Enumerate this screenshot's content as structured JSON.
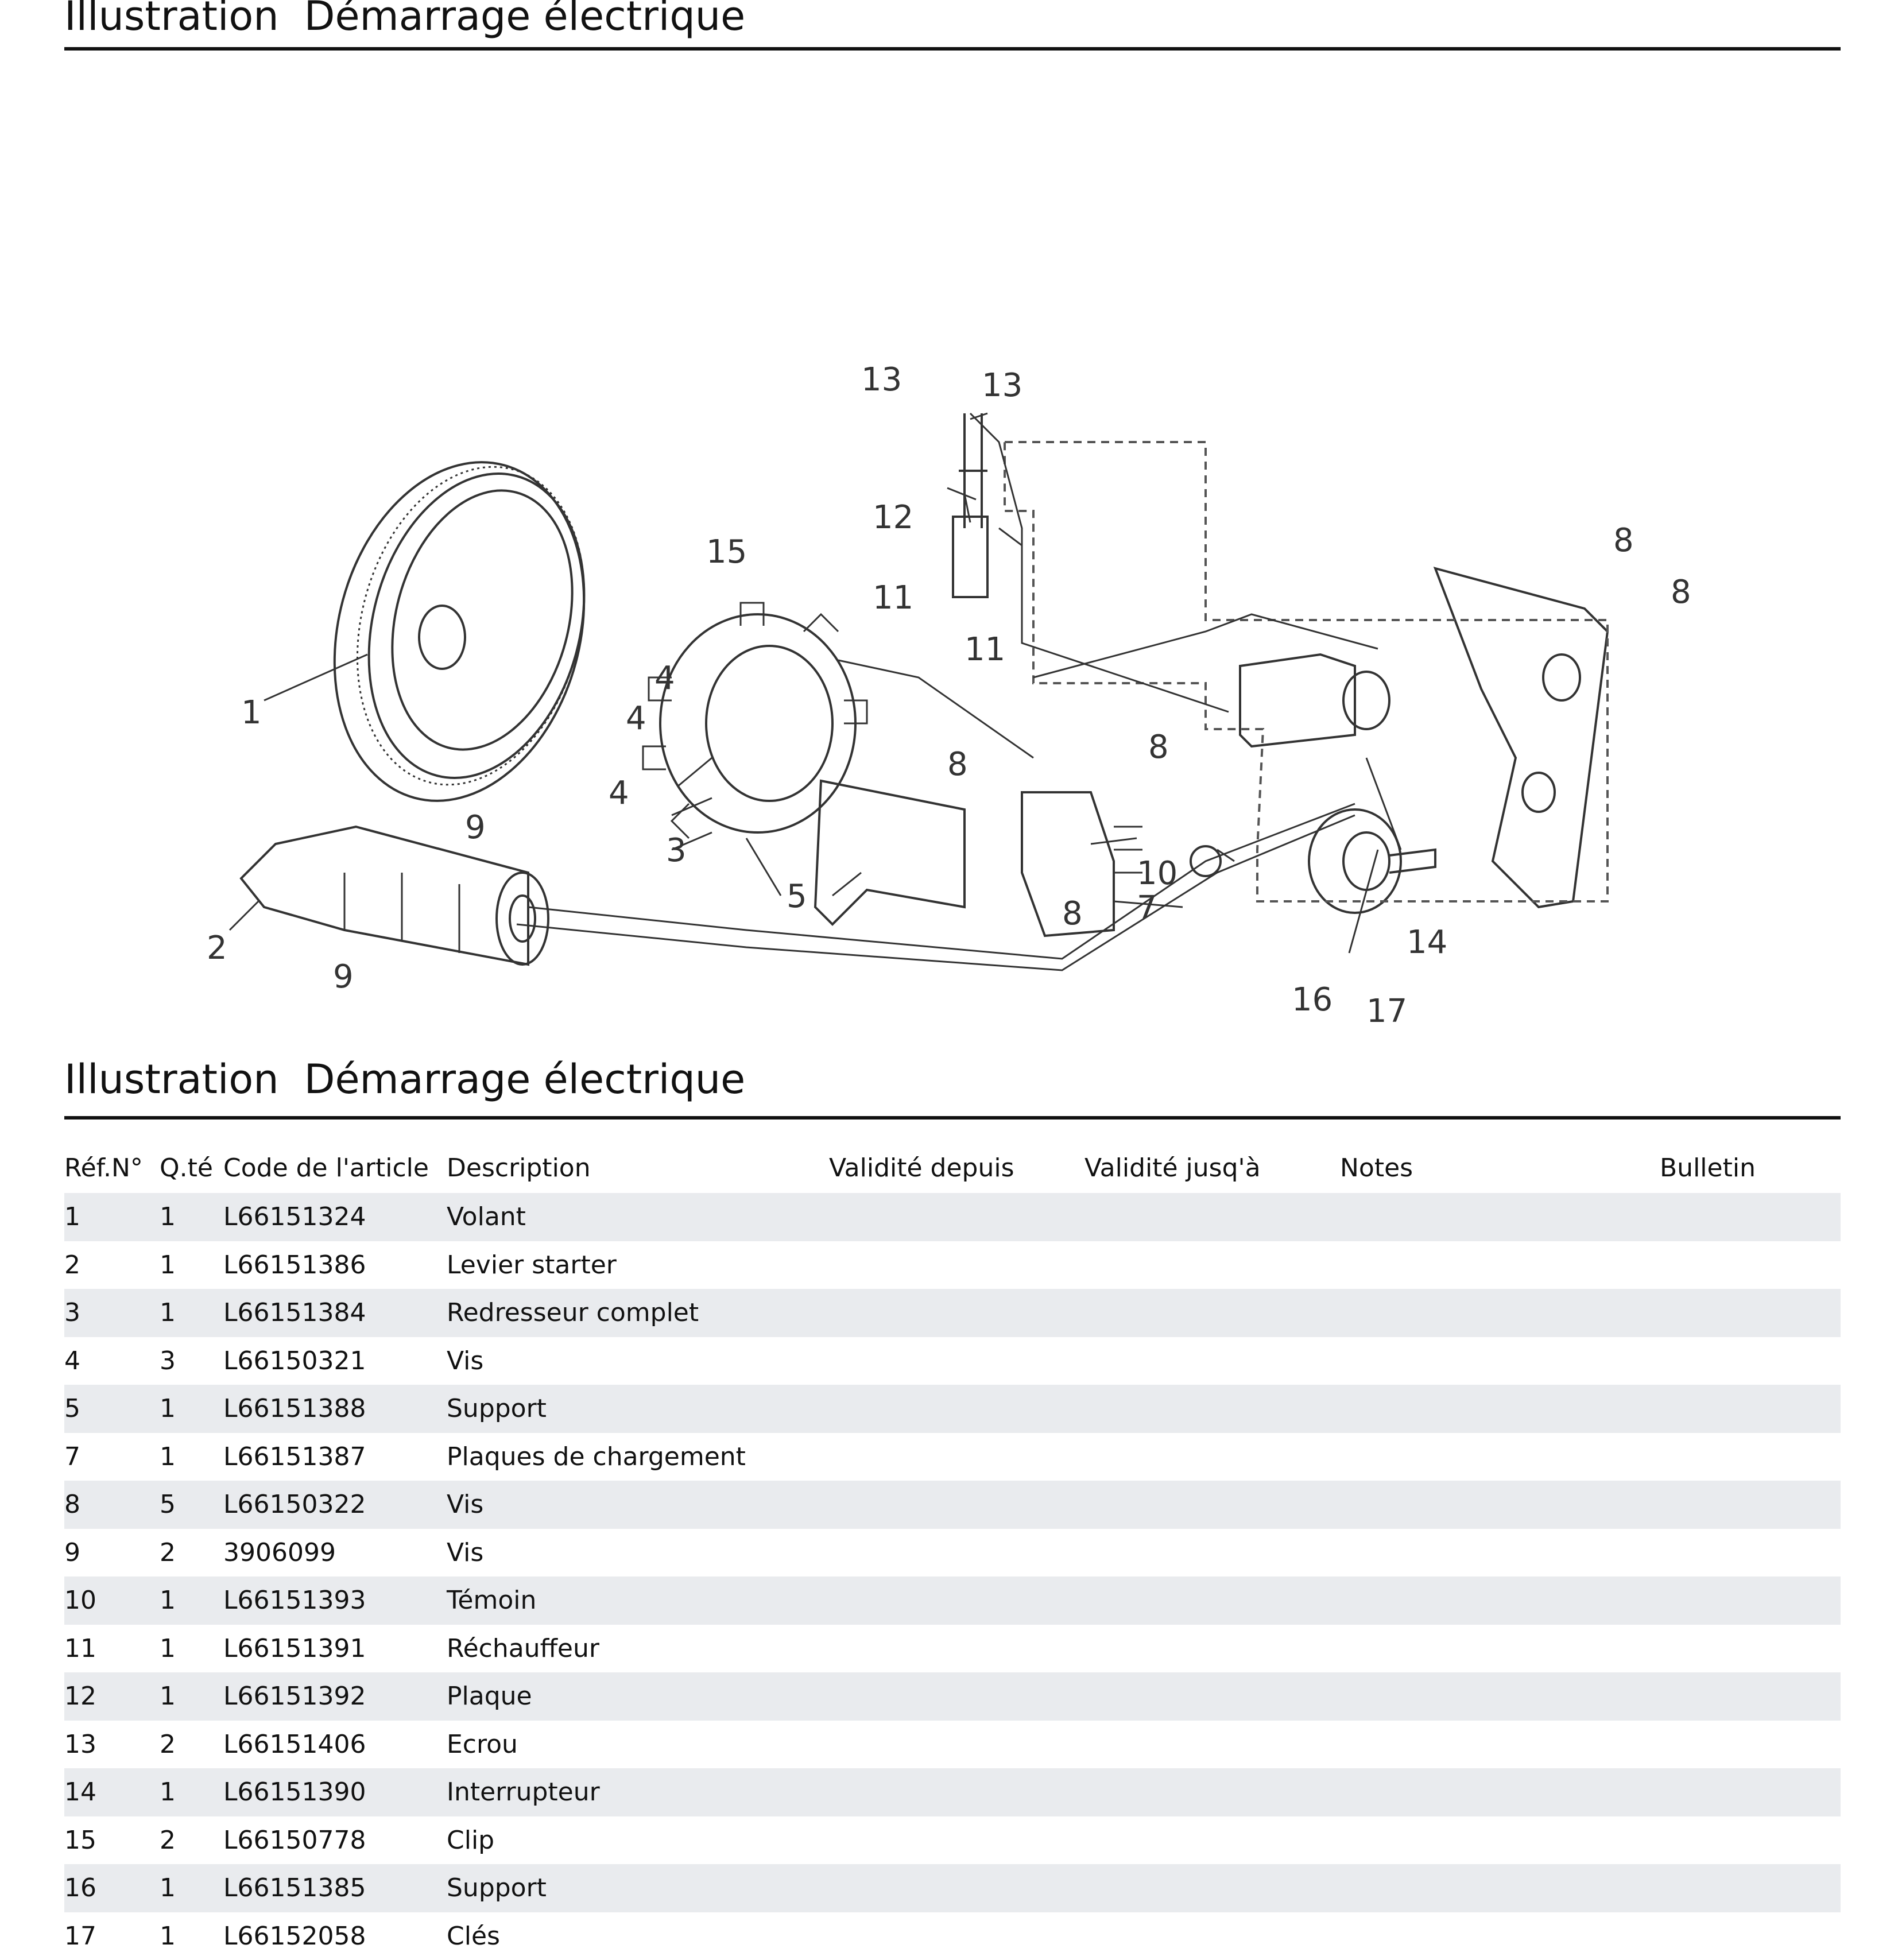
{
  "header": {
    "label": "Illustration",
    "title": "Démarrage électrique"
  },
  "diagram": {
    "callouts": [
      "1",
      "2",
      "3",
      "4",
      "4",
      "4",
      "5",
      "7",
      "8",
      "8",
      "8",
      "8",
      "8",
      "9",
      "9",
      "10",
      "11",
      "11",
      "12",
      "13",
      "13",
      "14",
      "15",
      "16",
      "17"
    ]
  },
  "table_section": {
    "label": "Illustration",
    "title": "Démarrage électrique"
  },
  "table": {
    "columns": [
      "Réf.N°",
      "Q.té",
      "Code de l'article",
      "Description",
      "Validité depuis",
      "Validité jusq'à",
      "Notes",
      "Bulletin"
    ],
    "rows": [
      {
        "ref": "1",
        "qty": "1",
        "code": "L66151324",
        "desc": "Volant"
      },
      {
        "ref": "2",
        "qty": "1",
        "code": "L66151386",
        "desc": "Levier starter"
      },
      {
        "ref": "3",
        "qty": "1",
        "code": "L66151384",
        "desc": "Redresseur complet"
      },
      {
        "ref": "4",
        "qty": "3",
        "code": "L66150321",
        "desc": "Vis"
      },
      {
        "ref": "5",
        "qty": "1",
        "code": "L66151388",
        "desc": "Support"
      },
      {
        "ref": "7",
        "qty": "1",
        "code": "L66151387",
        "desc": "Plaques de chargement"
      },
      {
        "ref": "8",
        "qty": "5",
        "code": "L66150322",
        "desc": "Vis"
      },
      {
        "ref": "9",
        "qty": "2",
        "code": "3906099",
        "desc": "Vis"
      },
      {
        "ref": "10",
        "qty": "1",
        "code": "L66151393",
        "desc": "Témoin"
      },
      {
        "ref": "11",
        "qty": "1",
        "code": "L66151391",
        "desc": "Réchauffeur"
      },
      {
        "ref": "12",
        "qty": "1",
        "code": "L66151392",
        "desc": "Plaque"
      },
      {
        "ref": "13",
        "qty": "2",
        "code": "L66151406",
        "desc": "Ecrou"
      },
      {
        "ref": "14",
        "qty": "1",
        "code": "L66151390",
        "desc": "Interrupteur"
      },
      {
        "ref": "15",
        "qty": "2",
        "code": "L66150778",
        "desc": "Clip"
      },
      {
        "ref": "16",
        "qty": "1",
        "code": "L66151385",
        "desc": "Support"
      },
      {
        "ref": "17",
        "qty": "1",
        "code": "L66152058",
        "desc": "Clés"
      }
    ]
  }
}
